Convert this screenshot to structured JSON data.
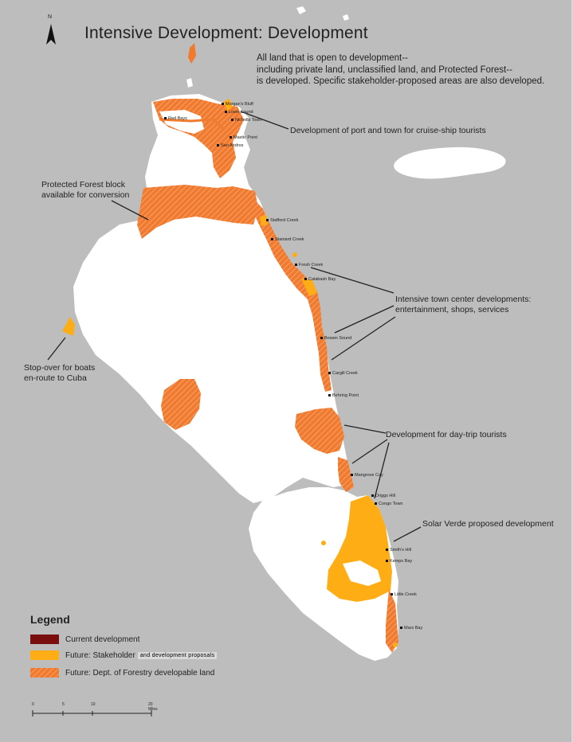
{
  "map": {
    "title": "Intensive Development: Development",
    "description_lines": [
      "All land that is open to development--",
      "including private land, unclassified land, and Protected Forest--",
      "is developed.  Specific stakeholder-proposed areas are also developed."
    ],
    "north_label": "N",
    "colors": {
      "background": "#bdbdbd",
      "land": "#ffffff",
      "current_development": "#7a0e0e",
      "stakeholder": "#ffad14",
      "forestry": "#f07a2e",
      "forestry_hatch": "#f7a06b"
    }
  },
  "annotations": {
    "port": [
      "Development of port and town for cruise-ship tourists"
    ],
    "forest": [
      "Protected Forest block",
      "available for conversion"
    ],
    "town_centers": [
      "Intensive town center developments:",
      "entertainment, shops, services"
    ],
    "stopover": [
      "Stop-over for boats",
      "en-route to Cuba"
    ],
    "daytrip": [
      "Development for day-trip tourists"
    ],
    "solar": [
      "Solar Verde proposed development"
    ]
  },
  "places": [
    "Morgan's Bluff",
    "Red Bays",
    "Lowe Sound",
    "Nicholls Town",
    "Mastic Point",
    "San Andros",
    "Stafford Creek",
    "Staniard Creek",
    "Fresh Creek",
    "Calabash Bay",
    "Bowen Sound",
    "Cargill Creek",
    "Behring Point",
    "Mangrove Cay",
    "Driggs Hill",
    "Congo Town",
    "Smith's Hill",
    "Kemps Bay",
    "Little Creek",
    "Mars Bay"
  ],
  "legend": {
    "title": "Legend",
    "items": [
      {
        "label": "Current development",
        "color": "#7a0e0e",
        "small": ""
      },
      {
        "label": "Future: Stakeholder",
        "color": "#ffad14",
        "small": "and development proposals"
      },
      {
        "label": "Future: Dept. of Forestry developable land",
        "color": "#f07a2e",
        "small": ""
      }
    ]
  },
  "scale": {
    "ticks": [
      "0",
      "5",
      "10",
      "20 Miles"
    ]
  }
}
